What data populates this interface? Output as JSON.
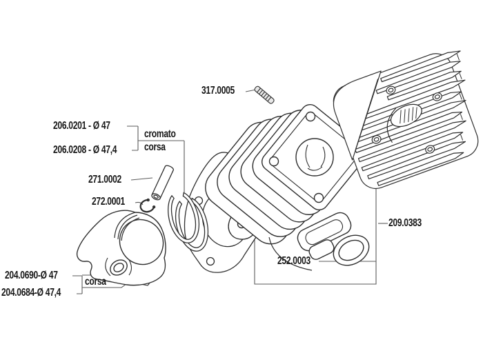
{
  "diagram": {
    "type": "exploded-parts-diagram",
    "subject": "cylinder kit exploded view",
    "colors": {
      "background": "#ffffff",
      "drawing_line": "#2d2d2d",
      "leader_line": "#5a5a5a",
      "label_text": "#161616"
    },
    "labels": {
      "stud": "317.0005",
      "rings_chrome": "206.0201 - Ø 47",
      "rings_race": "206.0208 - Ø 47,4",
      "rings_note_top": "cromato",
      "rings_note_bottom": "corsa",
      "pin": "271.0002",
      "circlip": "272.0001",
      "piston_47": "204.0690-Ø 47",
      "piston_474": "204.0684-Ø 47,4",
      "piston_note": "corsa",
      "exhaust_gasket": "252.0003",
      "head_oring": "209.0383"
    },
    "parts": [
      "piston",
      "piston-pin",
      "circlip",
      "piston-rings",
      "base-gasket",
      "cylinder",
      "exhaust-gasket",
      "head-o-ring",
      "cylinder-head",
      "stud"
    ]
  }
}
